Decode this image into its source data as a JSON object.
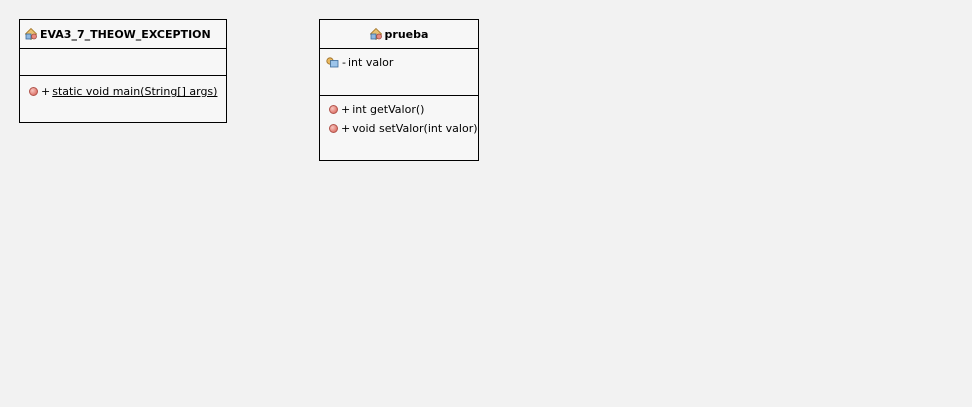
{
  "diagram": {
    "classes": [
      {
        "name": "EVA3_7_THEOW_EXCEPTION",
        "attributes": [],
        "methods": [
          {
            "visibility": "+",
            "signature": "static void main(String[] args)",
            "static": true
          }
        ]
      },
      {
        "name": "prueba",
        "attributes": [
          {
            "visibility": "-",
            "signature": "int valor"
          }
        ],
        "methods": [
          {
            "visibility": "+",
            "signature": "int getValor()"
          },
          {
            "visibility": "+",
            "signature": "void setValor(int valor)"
          }
        ]
      }
    ]
  },
  "icons": {
    "class": "class-icon",
    "method": "method-icon",
    "field": "field-icon"
  }
}
